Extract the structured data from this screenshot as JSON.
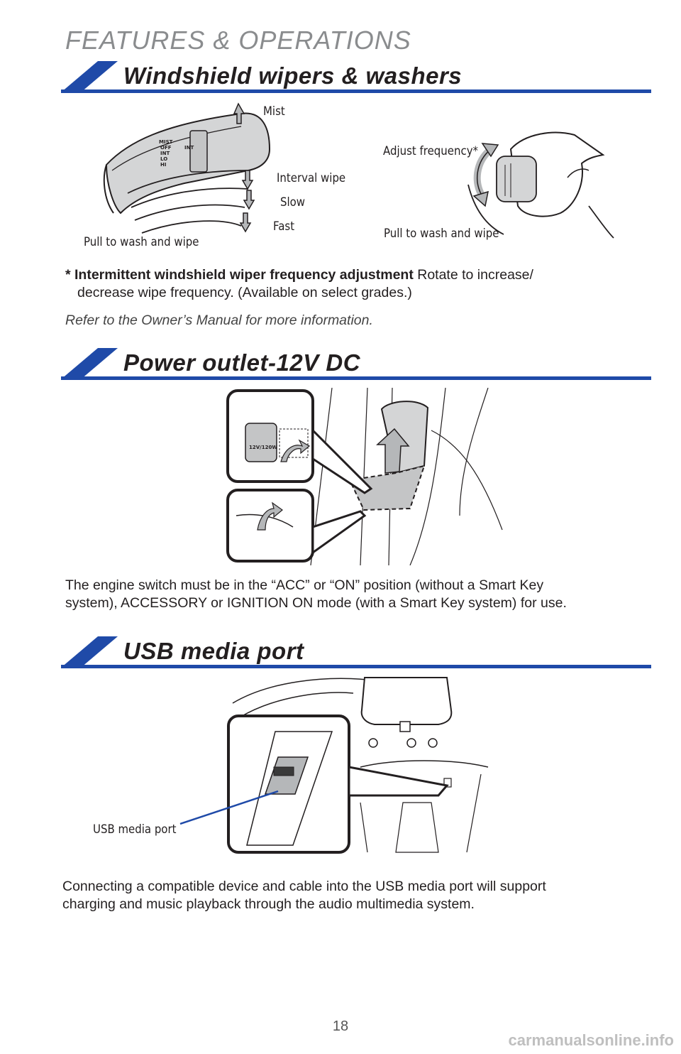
{
  "page": {
    "header": "FEATURES & OPERATIONS",
    "page_number": "18",
    "watermark": "carmanualsonline.info"
  },
  "sections": {
    "wipers": {
      "title": "Windshield wipers & washers",
      "left_callouts": {
        "mist": "Mist",
        "interval": "Interval wipe",
        "slow": "Slow",
        "fast": "Fast",
        "pull": "Pull to wash and wipe"
      },
      "right_callouts": {
        "adjust": "Adjust frequency*",
        "pull": "Pull to wash and wipe"
      },
      "stalk_labels": {
        "mist": "MIST",
        "off": "OFF",
        "int": "INT",
        "lo": "LO",
        "hi": "HI",
        "int2": "INT"
      },
      "note_bold": "* Intermittent windshield wiper frequency adjustment",
      "note_text": " Rotate to increase/",
      "note_text2": "decrease wipe frequency. (Available on select grades.)",
      "refer": "Refer to the Owner’s Manual for more information."
    },
    "power": {
      "title": "Power outlet-12V DC",
      "outlet_label": "12V/120W",
      "body1": "The engine switch must be in the “ACC” or “ON” position (without a Smart Key",
      "body2": "system), ACCESSORY or IGNITION ON mode (with a Smart Key system) for use."
    },
    "usb": {
      "title": "USB media port",
      "callout": "USB media port",
      "body1": "Connecting a compatible device and cable into the USB media port will support",
      "body2": "charging and music playback through the audio multimedia system."
    }
  },
  "colors": {
    "accent_blue": "#1f4aa8",
    "figure_gray": "#b5b7b9",
    "ink": "#231f20"
  }
}
